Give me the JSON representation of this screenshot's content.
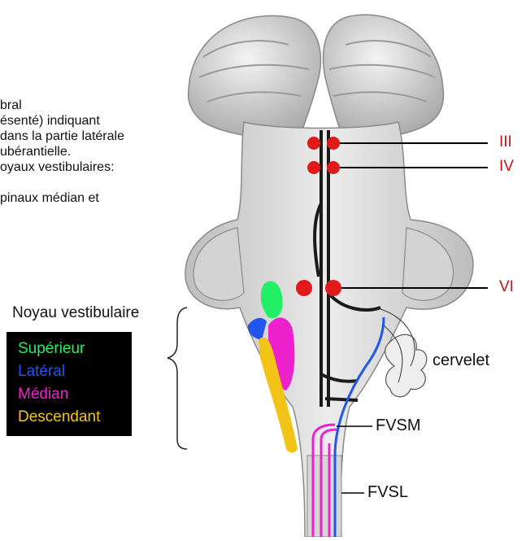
{
  "caption_lines": [
    "bral",
    "ésenté) indiquant",
    " dans la partie latérale",
    "ubérantielle.",
    "oyaux vestibulaires:",
    "",
    "pinaux médian et"
  ],
  "nerve_labels": {
    "III": "III",
    "IV": "IV",
    "VI": "VI"
  },
  "noyau_title": "Noyau vestibulaire",
  "legend": [
    {
      "label": "Supérieur",
      "color": "#22ee66"
    },
    {
      "label": "Latéral",
      "color": "#2255ee"
    },
    {
      "label": "Médian",
      "color": "#ee22cc"
    },
    {
      "label": "Descendant",
      "color": "#f2c418"
    }
  ],
  "structure_labels": {
    "cervelet": "cervelet",
    "fvsm": "FVSM",
    "fvsl": "FVSL"
  },
  "colors": {
    "nerve_red": "#cc1111",
    "brainstem_gray": "#d9d9d9",
    "tract_dark": "#1a1a1a"
  }
}
